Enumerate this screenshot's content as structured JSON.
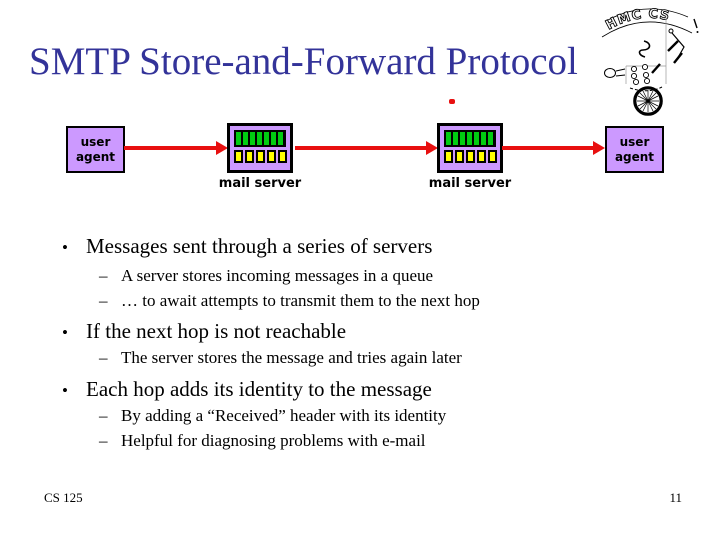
{
  "slide": {
    "title": "SMTP Store-and-Forward Protocol",
    "footer_left": "CS 125",
    "slide_number": "11"
  },
  "logo": {
    "banner_text": "HMC CS"
  },
  "chars": {
    "bullet": "•",
    "dash": "–"
  },
  "diagram": {
    "user_agent": {
      "line1": "user",
      "line2": "agent"
    },
    "mail_server_label": "mail server",
    "colors": {
      "box_fill": "#cc99ff",
      "queue_green": "#00cc11",
      "message_yellow": "#ffff00",
      "arrow_red": "#e81010",
      "title_blue": "#333399"
    }
  },
  "bullets": [
    {
      "text": "Messages sent through a series of servers",
      "subs": [
        "A server stores incoming messages in a queue",
        "… to await attempts to transmit them to the next hop"
      ]
    },
    {
      "text": "If the next hop is not reachable",
      "subs": [
        "The server stores the message and tries again later"
      ]
    },
    {
      "text": "Each hop adds its identity to the message",
      "subs": [
        "By adding a “Received” header with its identity",
        "Helpful for diagnosing problems with e-mail"
      ]
    }
  ]
}
